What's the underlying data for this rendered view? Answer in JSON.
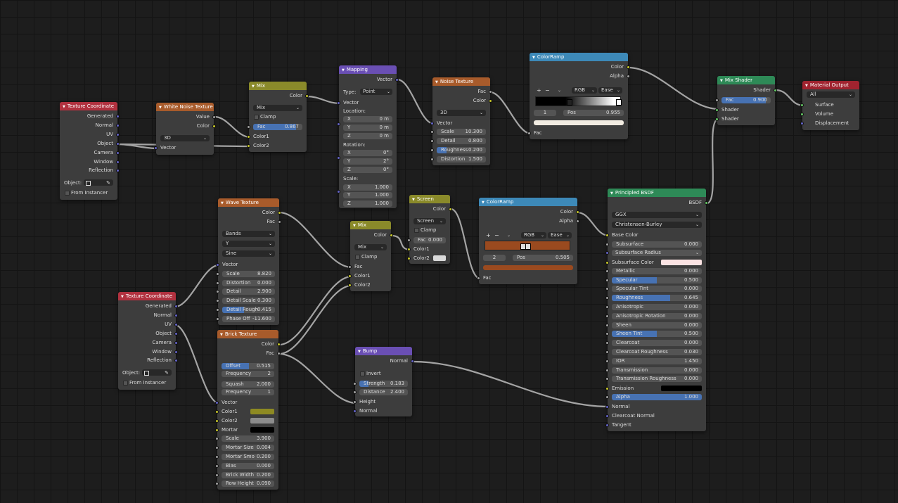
{
  "nodes": {
    "tex_coord1": {
      "title": "Texture Coordinate",
      "outputs": [
        "Generated",
        "Normal",
        "UV",
        "Object",
        "Camera",
        "Window",
        "Reflection"
      ],
      "object_label": "Object:",
      "from_instancer": "From Instancer"
    },
    "white_noise": {
      "title": "White Noise Texture",
      "out_value": "Value",
      "out_color": "Color",
      "dimensions": "3D",
      "in_vector": "Vector"
    },
    "mix1": {
      "title": "Mix",
      "out_color": "Color",
      "blend": "Mix",
      "clamp": "Clamp",
      "fac_label": "Fac",
      "fac_value": "0.867",
      "fac_fraction": 0.867,
      "color1": "Color1",
      "color2": "Color2"
    },
    "mapping": {
      "title": "Mapping",
      "out_vector": "Vector",
      "type_label": "Type:",
      "type_value": "Point",
      "in_vector": "Vector",
      "location_label": "Location:",
      "location": [
        {
          "axis": "X",
          "value": "0 m"
        },
        {
          "axis": "Y",
          "value": "0 m"
        },
        {
          "axis": "Z",
          "value": "0 m"
        }
      ],
      "rotation_label": "Rotation:",
      "rotation": [
        {
          "axis": "X",
          "value": "0°"
        },
        {
          "axis": "Y",
          "value": "2°"
        },
        {
          "axis": "Z",
          "value": "0°"
        }
      ],
      "scale_label": "Scale:",
      "scale": [
        {
          "axis": "X",
          "value": "1.000"
        },
        {
          "axis": "Y",
          "value": "1.000"
        },
        {
          "axis": "Z",
          "value": "1.000"
        }
      ]
    },
    "noise": {
      "title": "Noise Texture",
      "out_fac": "Fac",
      "out_color": "Color",
      "dimensions": "3D",
      "in_vector": "Vector",
      "fields": [
        {
          "label": "Scale",
          "value": "10.300"
        },
        {
          "label": "Detail",
          "value": "0.800"
        },
        {
          "label": "Roughness",
          "value": "0.200",
          "fill": 0.2
        },
        {
          "label": "Distortion",
          "value": "1.500"
        }
      ]
    },
    "colorramp1": {
      "title": "ColorRamp",
      "out_color": "Color",
      "out_alpha": "Alpha",
      "mode": "RGB",
      "interp": "Ease",
      "index": "1",
      "pos_label": "Pos",
      "pos_value": "0.955",
      "in_fac": "Fac",
      "swatch_color": "#f2ece2"
    },
    "mix_shader": {
      "title": "Mix Shader",
      "out_shader": "Shader",
      "fac_label": "Fac",
      "fac_value": "0.900",
      "fac_fraction": 0.9,
      "in_shader1": "Shader",
      "in_shader2": "Shader"
    },
    "material_output": {
      "title": "Material Output",
      "target": "All",
      "inputs": [
        "Surface",
        "Volume",
        "Displacement"
      ]
    },
    "wave": {
      "title": "Wave Texture",
      "out_color": "Color",
      "out_fac": "Fac",
      "type": "Bands",
      "direction": "Y",
      "profile": "Sine",
      "in_vector": "Vector",
      "fields": [
        {
          "label": "Scale",
          "value": "8.820"
        },
        {
          "label": "Distortion",
          "value": "0.000"
        },
        {
          "label": "Detail",
          "value": "2.900"
        },
        {
          "label": "Detail Scale",
          "value": "0.300"
        },
        {
          "label": "Detail Rough",
          "value": "0.415",
          "fill": 0.415
        },
        {
          "label": "Phase Off",
          "value": "-11.600"
        }
      ]
    },
    "mix2": {
      "title": "Mix",
      "out_color": "Color",
      "blend": "Mix",
      "clamp": "Clamp",
      "in_fac": "Fac",
      "color1": "Color1",
      "color2": "Color2"
    },
    "screen": {
      "title": "Screen",
      "out_color": "Color",
      "blend": "Screen",
      "clamp": "Clamp",
      "fac_label": "Fac",
      "fac_value": "0.000",
      "color1": "Color1",
      "color2": "Color2",
      "color2_swatch": "#d9d9d9"
    },
    "colorramp2": {
      "title": "ColorRamp",
      "out_color": "Color",
      "out_alpha": "Alpha",
      "mode": "RGB",
      "interp": "Ease",
      "index": "2",
      "pos_label": "Pos",
      "pos_value": "0.505",
      "in_fac": "Fac",
      "ramp_color": "#9a4a1f",
      "swatch_color": "#9a4a1f"
    },
    "tex_coord2": {
      "title": "Texture Coordinate",
      "outputs": [
        "Generated",
        "Normal",
        "UV",
        "Object",
        "Camera",
        "Window",
        "Reflection"
      ],
      "object_label": "Object:",
      "from_instancer": "From Instancer"
    },
    "brick": {
      "title": "Brick Texture",
      "out_color": "Color",
      "out_fac": "Fac",
      "fields_top": [
        {
          "label": "Offset",
          "value": "0.515",
          "fill": 0.515
        },
        {
          "label": "Frequency",
          "value": "2"
        },
        {
          "label": "Squash",
          "value": "2.000"
        },
        {
          "label": "Frequency",
          "value": "1"
        }
      ],
      "in_vector": "Vector",
      "color1": "Color1",
      "color2": "Color2",
      "mortar": "Mortar",
      "color1_swatch": "#8e8a22",
      "color2_swatch": "#8c8c8c",
      "mortar_swatch": "#000000",
      "fields_bottom": [
        {
          "label": "Scale",
          "value": "3.900"
        },
        {
          "label": "Mortar Size",
          "value": "0.004"
        },
        {
          "label": "Mortar Smo",
          "value": "0.200"
        },
        {
          "label": "Bias",
          "value": "0.000"
        },
        {
          "label": "Brick Width",
          "value": "0.200"
        },
        {
          "label": "Row Height",
          "value": "0.090"
        }
      ]
    },
    "bump": {
      "title": "Bump",
      "out_normal": "Normal",
      "invert": "Invert",
      "fields": [
        {
          "label": "Strength",
          "value": "0.183",
          "fill": 0.183
        },
        {
          "label": "Distance",
          "value": "2.400"
        }
      ],
      "in_height": "Height",
      "in_normal": "Normal"
    },
    "principled": {
      "title": "Principled BSDF",
      "out_bsdf": "BSDF",
      "distribution": "GGX",
      "subsurface_method": "Christensen-Burley",
      "base_color": "Base Color",
      "subsurface": {
        "label": "Subsurface",
        "value": "0.000"
      },
      "subsurface_radius": "Subsurface Radius",
      "subsurface_color": "Subsurface Color",
      "subsurface_color_swatch": "#fbe3e3",
      "fields": [
        {
          "label": "Metallic",
          "value": "0.000"
        },
        {
          "label": "Specular",
          "value": "0.500",
          "fill": 0.5
        },
        {
          "label": "Specular Tint",
          "value": "0.000"
        },
        {
          "label": "Roughness",
          "value": "0.645",
          "fill": 0.645
        },
        {
          "label": "Anisotropic",
          "value": "0.000"
        },
        {
          "label": "Anisotropic Rotation",
          "value": "0.000"
        },
        {
          "label": "Sheen",
          "value": "0.000"
        },
        {
          "label": "Sheen Tint",
          "value": "0.500",
          "fill": 0.5
        },
        {
          "label": "Clearcoat",
          "value": "0.000"
        },
        {
          "label": "Clearcoat Roughness",
          "value": "0.030"
        },
        {
          "label": "IOR",
          "value": "1.450"
        },
        {
          "label": "Transmission",
          "value": "0.000"
        },
        {
          "label": "Transmission Roughness",
          "value": "0.000"
        }
      ],
      "emission": "Emission",
      "emission_swatch": "#000000",
      "alpha": {
        "label": "Alpha",
        "value": "1.000",
        "fill": 1.0
      },
      "in_normal": "Normal",
      "in_clearcoat_normal": "Clearcoat Normal",
      "in_tangent": "Tangent"
    }
  },
  "colors": {
    "input_header": "#b1313f",
    "texture_header": "#a85b2b",
    "color_header": "#8a8a2a",
    "vector_header": "#6a4fb4",
    "converter_header": "#3d89b8",
    "shader_header": "#2e8a57",
    "output_header": "#a0232f",
    "slider_fill": "#4772b3",
    "wire": "#a4a4a4"
  },
  "icons": {
    "collapse": "triangle-down-icon",
    "dropdown": "chevron-down-icon",
    "eyedropper": "eyedropper-icon",
    "object": "object-icon"
  }
}
